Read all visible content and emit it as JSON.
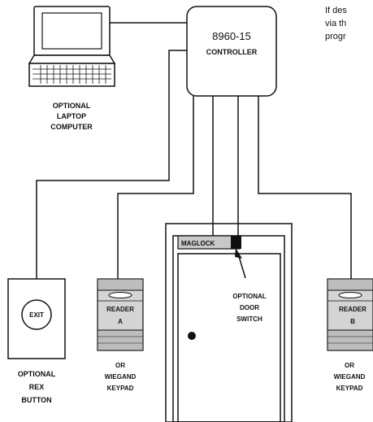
{
  "note_lines": [
    "If des",
    "via th",
    "progr"
  ],
  "controller": {
    "model": "8960-15",
    "label": "CONTROLLER"
  },
  "laptop": {
    "label_lines": [
      "OPTIONAL",
      "LAPTOP",
      "COMPUTER"
    ]
  },
  "maglock": {
    "label": "MAGLOCK"
  },
  "door_switch": {
    "label_lines": [
      "OPTIONAL",
      "DOOR",
      "SWITCH"
    ]
  },
  "rex": {
    "button_text": "EXIT",
    "label_lines": [
      "OPTIONAL",
      "REX",
      "BUTTON"
    ]
  },
  "reader_a": {
    "label_lines": [
      "READER",
      "A"
    ],
    "alt_lines": [
      "OR",
      "WIEGAND",
      "KEYPAD"
    ]
  },
  "reader_b": {
    "label_lines": [
      "READER",
      "B"
    ],
    "alt_lines": [
      "OR",
      "WIEGAND",
      "KEYPAD"
    ]
  }
}
